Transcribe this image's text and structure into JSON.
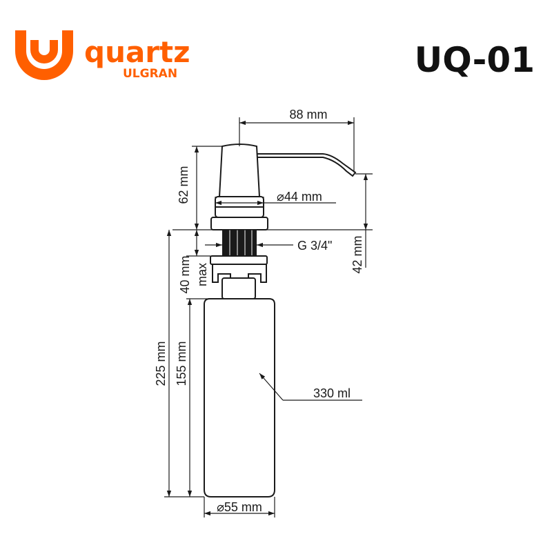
{
  "brand": {
    "name": "quartz",
    "subname": "ULGRAN",
    "model": "UQ-01",
    "colors": {
      "accent": "#ff5f00",
      "ink": "#111111",
      "part_fill": "#ffffff"
    },
    "logo_icon": "ulgran-u-logo-icon"
  },
  "dimensions": {
    "spout_length": "88 mm",
    "head_height": "62 mm",
    "collar_diameter": "⌀44 mm",
    "thread": "G 3/4\"",
    "spout_height": "42 mm",
    "countertop_thickness": "40 mm",
    "countertop_max": "max",
    "total_height": "225 mm",
    "bottle_height": "155 mm",
    "bottle_volume": "330 ml",
    "bottle_diameter": "⌀55 mm"
  }
}
